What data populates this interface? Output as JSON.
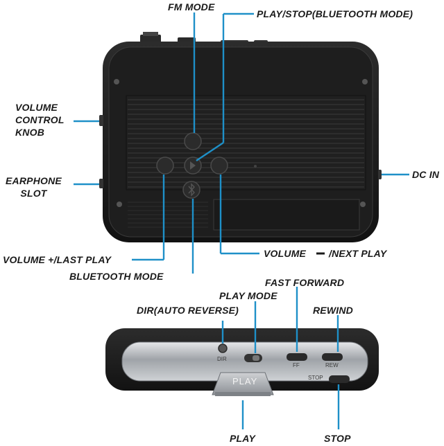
{
  "top_view": {
    "labels": {
      "fm_mode": "FM MODE",
      "play_stop": "PLAY/STOP(BLUETOOTH MODE)",
      "volume_knob": "VOLUME\nCONTROL\nKNOB",
      "earphone_slot": "EARPHONE\nSLOT",
      "dc_in": "DC IN",
      "volume_plus": "VOLUME +/LAST PLAY",
      "volume_minus_prefix": "VOLUME",
      "volume_minus_suffix": "/NEXT PLAY",
      "bluetooth_mode": "BLUETOOTH MODE"
    }
  },
  "front_view": {
    "labels": {
      "fast_forward": "FAST FORWARD",
      "play_mode": "PLAY MODE",
      "dir": "DIR(AUTO REVERSE)",
      "rewind": "REWIND",
      "play": "PLAY",
      "stop": "STOP"
    },
    "embossed": {
      "dir": "DIR",
      "ff": "FF",
      "rew": "REW",
      "stop": "STOP",
      "play": "PLAY"
    }
  },
  "colors": {
    "callout": "#1e90c8",
    "device_body": "#1b1b1b",
    "device_panel": "#242424",
    "metal": "#b9bcc0"
  }
}
